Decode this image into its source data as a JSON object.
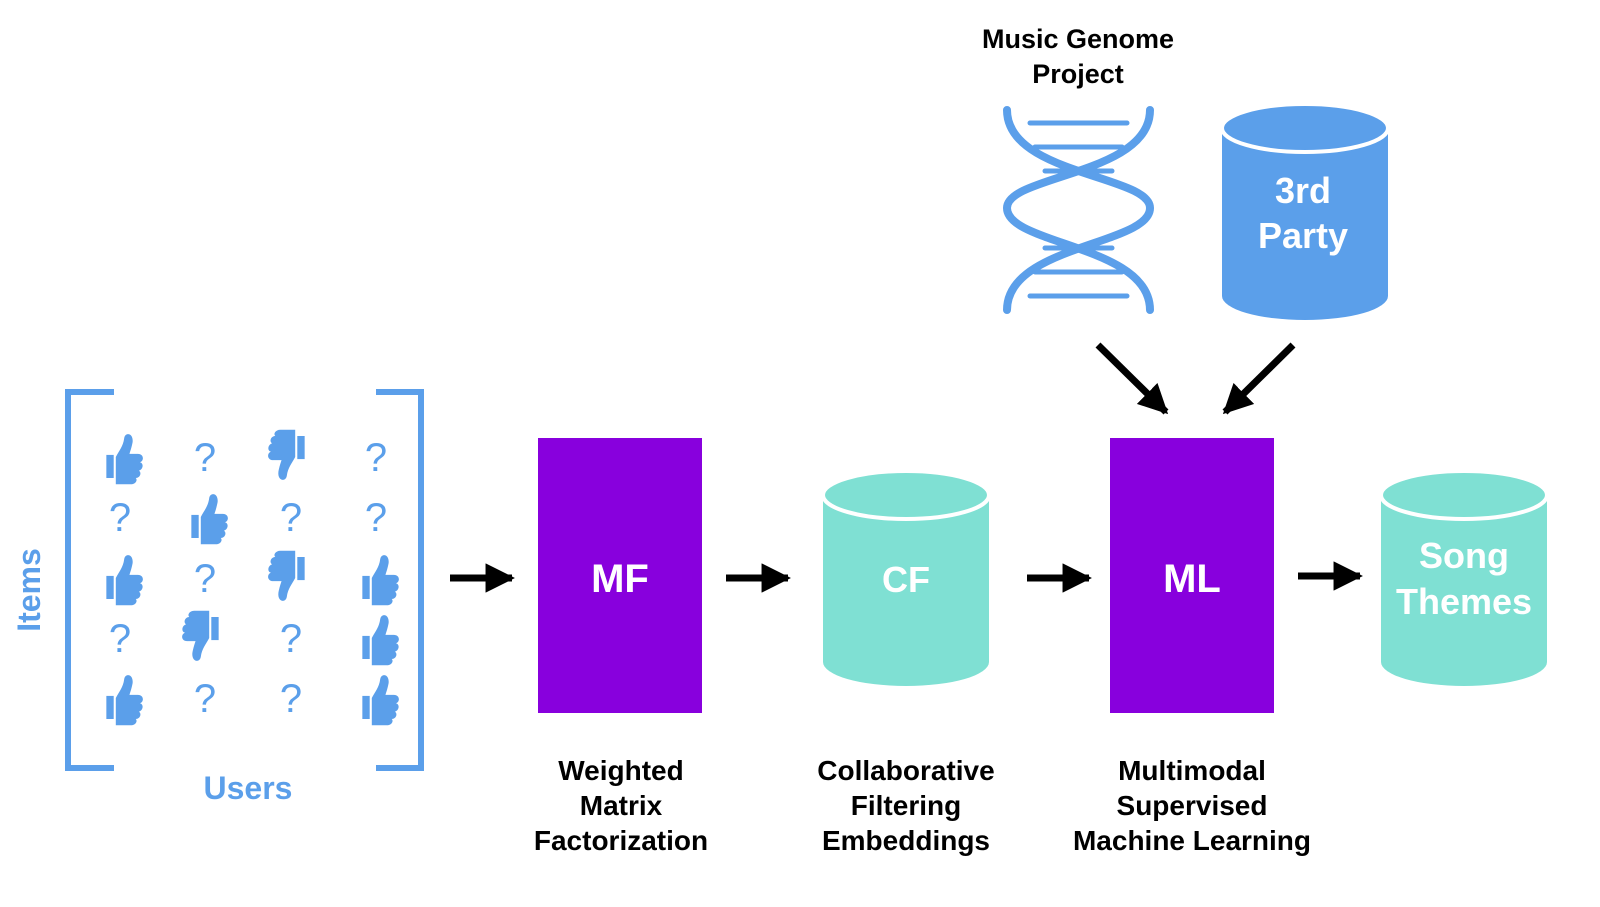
{
  "colors": {
    "blue": "#5b9fea",
    "purple": "#8800dd",
    "teal": "#7fe0d3",
    "arrow": "#000000",
    "white": "#ffffff"
  },
  "matrix": {
    "axis_left": "Items",
    "axis_bottom": "Users",
    "question_glyph": "?",
    "cells": [
      [
        "thumbs-up",
        "?",
        "thumbs-down",
        "?"
      ],
      [
        "?",
        "thumbs-up",
        "?",
        "?"
      ],
      [
        "thumbs-up",
        "?",
        "thumbs-down",
        "thumbs-up"
      ],
      [
        "?",
        "thumbs-down",
        "?",
        "thumbs-up"
      ],
      [
        "thumbs-up",
        "?",
        "?",
        "thumbs-up"
      ]
    ]
  },
  "nodes": {
    "mf": {
      "label": "MF",
      "caption": [
        "Weighted",
        "Matrix",
        "Factorization"
      ]
    },
    "cf": {
      "label": "CF",
      "caption": [
        "Collaborative",
        "Filtering",
        "Embeddings"
      ]
    },
    "ml": {
      "label": "ML",
      "caption": [
        "Multimodal",
        "Supervised",
        "Machine Learning"
      ]
    },
    "themes": {
      "label": [
        "Song",
        "Themes"
      ]
    },
    "genome": {
      "title": [
        "Music Genome",
        "Project"
      ],
      "icon": "dna-icon"
    },
    "third_party": {
      "label": [
        "3rd",
        "Party"
      ]
    }
  }
}
